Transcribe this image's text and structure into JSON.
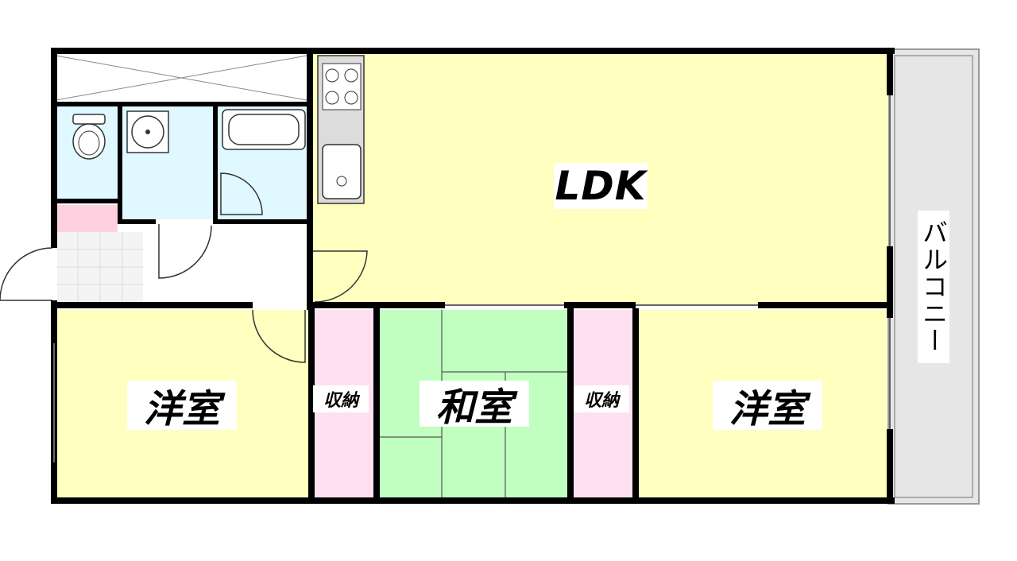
{
  "rooms": {
    "ldk": "LDK",
    "western_left": "洋室",
    "japanese": "和室",
    "western_right": "洋室",
    "storage_left": "収納",
    "storage_right": "収納",
    "balcony": "バルコニー"
  },
  "colors": {
    "wall": "#000000",
    "ldk_floor": "#ffffc0",
    "western_floor": "#ffffc0",
    "tatami": "#c0ffc0",
    "storage": "#ffe0f0",
    "wet_area": "#e0f8ff",
    "entrance_tile": "#f2f2f2",
    "shoe_box": "#ffd0e0",
    "balcony": "#e6e6e6",
    "kitchen": "#dcdcdc"
  }
}
